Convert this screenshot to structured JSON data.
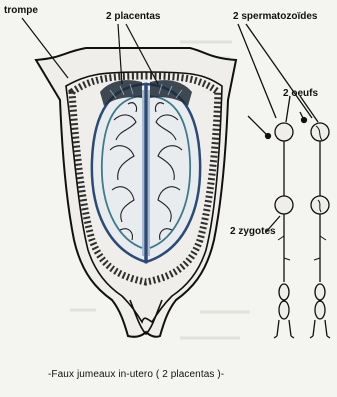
{
  "labels": {
    "trompe": "trompe",
    "placentas": "2 placentas",
    "spermatozoides": "2 spermatozoïdes",
    "oeufs": "2 oeufs",
    "zygotes": "2 zygotes",
    "caption": "-Faux jumeaux in-utero ( 2 placentas )-"
  },
  "colors": {
    "ink": "#111111",
    "paper": "#f4f4f0",
    "membrane": "#2a4a78",
    "amnion": "#3d7a8a",
    "ghost_text": "#c9c6c0"
  }
}
